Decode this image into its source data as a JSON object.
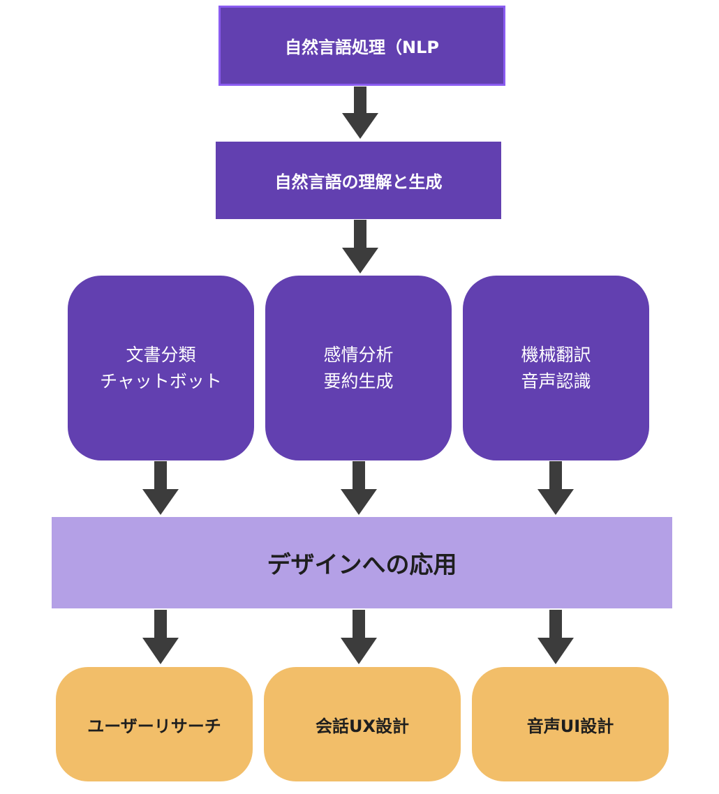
{
  "diagram": {
    "top": "自然言語処理（NLP",
    "second": "自然言語の理解と生成",
    "features": [
      {
        "line1": "文書分類",
        "line2": "チャットボット"
      },
      {
        "line1": "感情分析",
        "line2": "要約生成"
      },
      {
        "line1": "機械翻訳",
        "line2": "音声認識"
      }
    ],
    "design": "デザインへの応用",
    "applications": [
      "ユーザーリサーチ",
      "会話UX設計",
      "音声UI設計"
    ]
  },
  "colors": {
    "dark_node": "#6240b0",
    "top_border": "#8a5cf0",
    "light_node": "#b4a0e6",
    "orange_node": "#f2be69",
    "arrow": "#3c3c3c"
  }
}
